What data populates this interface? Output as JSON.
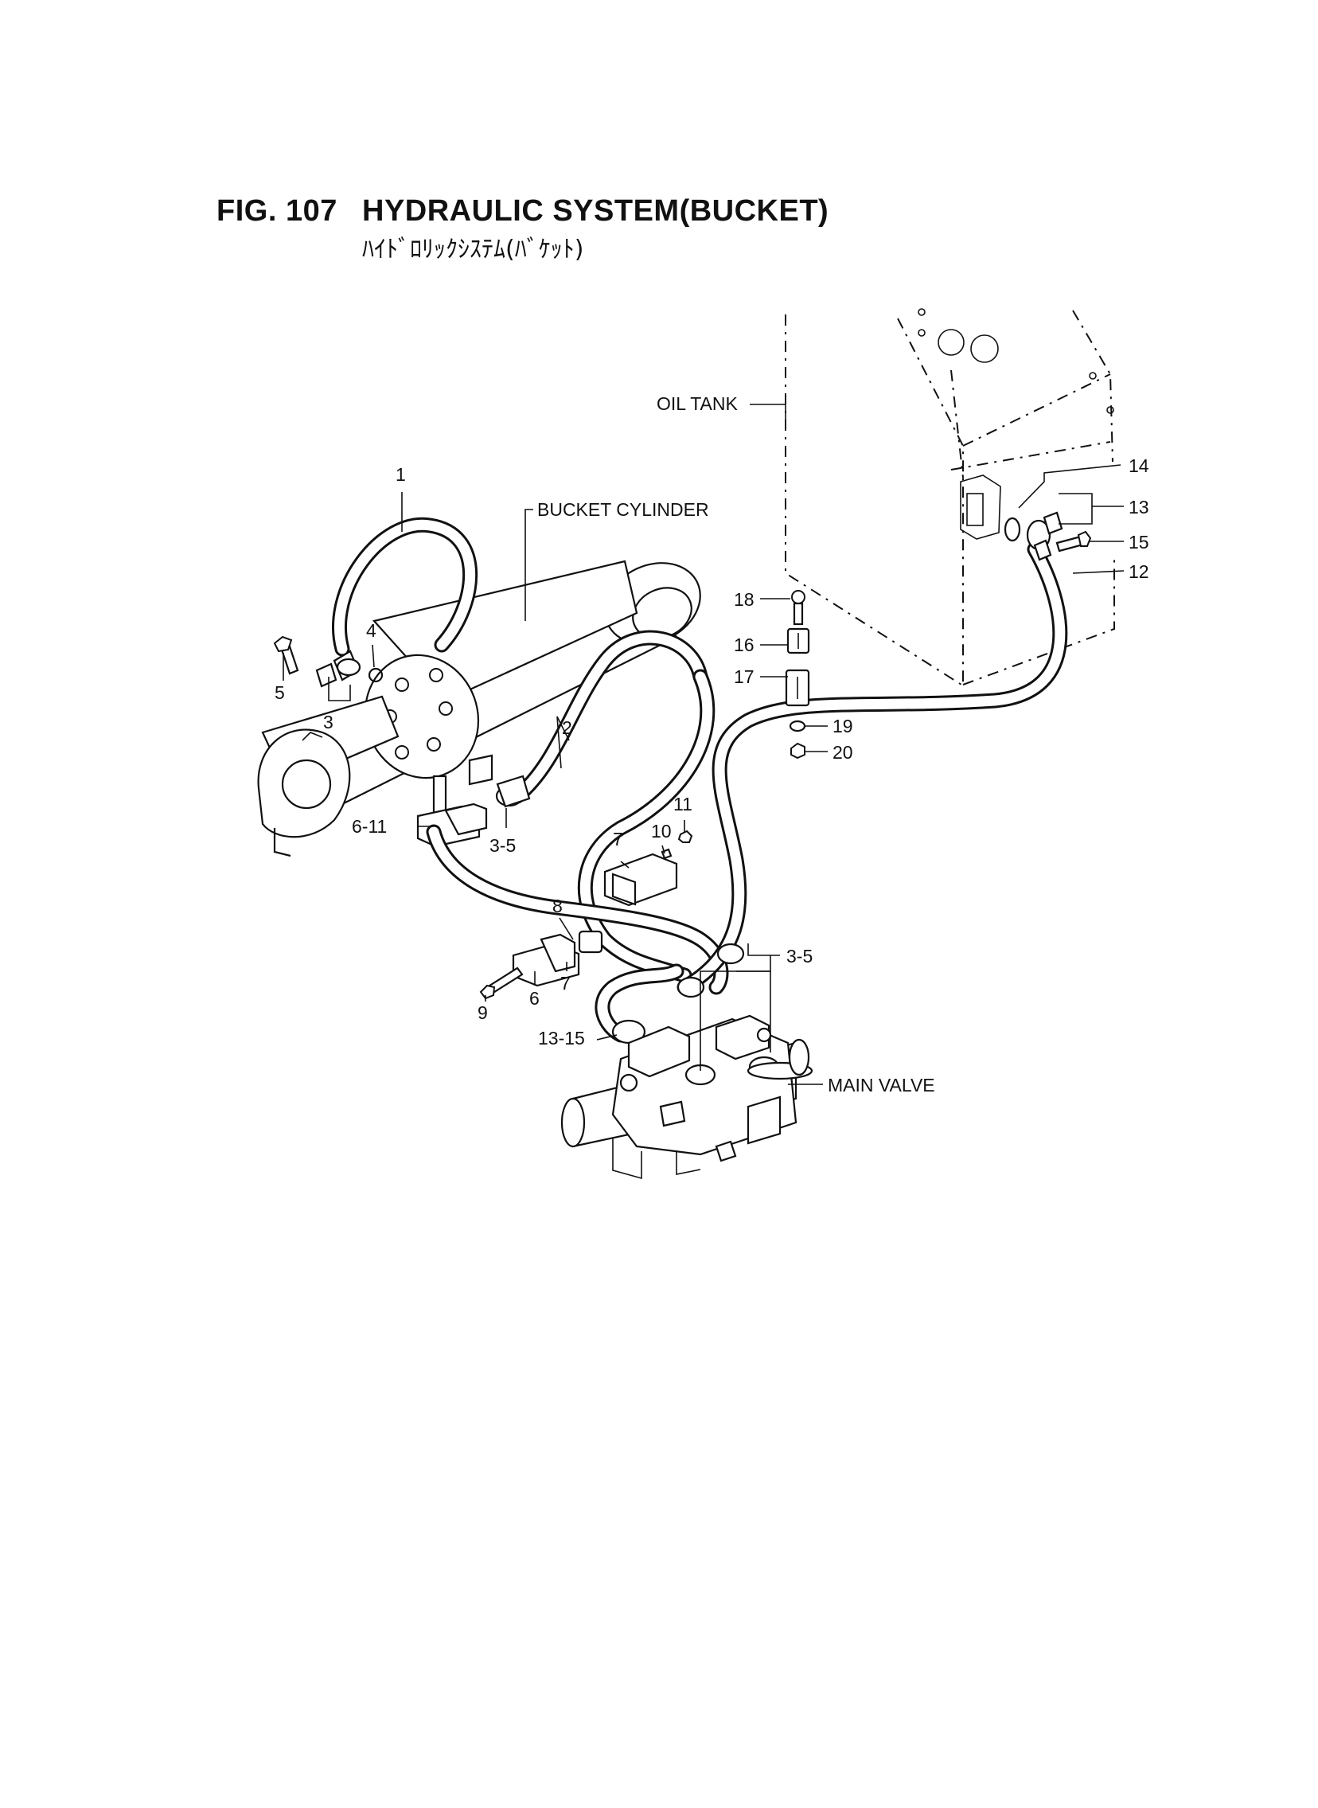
{
  "figure": {
    "number": "FIG. 107",
    "title": "HYDRAULIC SYSTEM(BUCKET)",
    "title_jp": "ﾊｲﾄﾞﾛﾘｯｸｼｽﾃﾑ(ﾊﾞｹｯﾄ)"
  },
  "labels": {
    "oil_tank": "OIL TANK",
    "bucket_cylinder": "BUCKET CYLINDER",
    "main_valve": "MAIN VALVE"
  },
  "callouts": {
    "c1": "1",
    "c2": "2",
    "c3": "3",
    "c4": "4",
    "c5": "5",
    "c3_5a": "3-5",
    "c3_5b": "3-5",
    "c6_11": "6-11",
    "c6": "6",
    "c7a": "7",
    "c7b": "7",
    "c8": "8",
    "c9": "9",
    "c10": "10",
    "c11": "11",
    "c12": "12",
    "c13": "13",
    "c13_15": "13-15",
    "c14": "14",
    "c15": "15",
    "c16": "16",
    "c17": "17",
    "c18": "18",
    "c19": "19",
    "c20": "20"
  }
}
